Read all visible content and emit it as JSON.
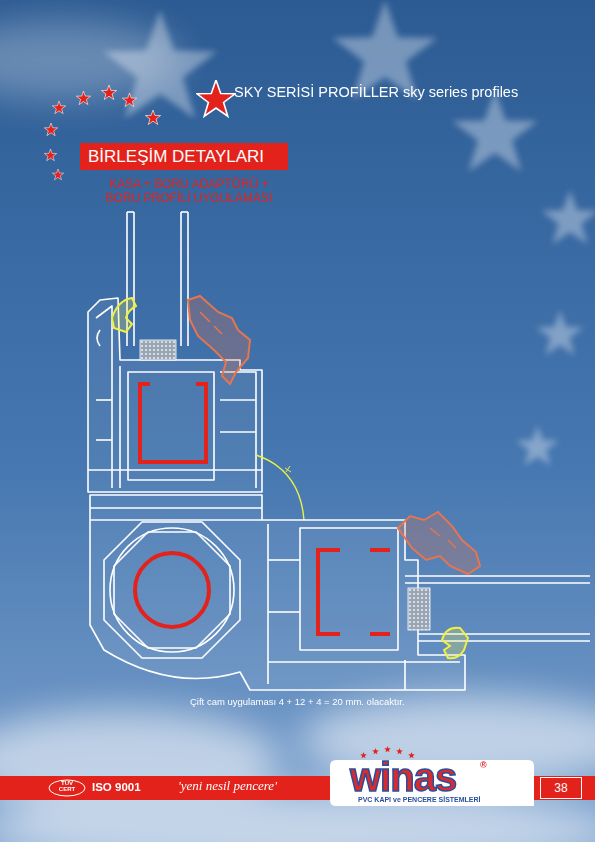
{
  "diagram": {
    "title": "SKY SERİSİ PROFİLLER sky series profiles",
    "caption": "Çift cam uygulaması 4 + 12 + 4 = 20 mm. olacaktır.",
    "nodes": [
      {
        "text": [
          "BİRLEŞİM DETAYLARI"
        ]
      },
      {
        "text": [
          "38"
        ]
      }
    ],
    "labels": [
      "KASA + BORU ADAPTÖRÜ + BORU PROFİLİ UYGULAMASI",
      "TÜV CERT",
      "ISO 9001",
      "'yeni nesil pencere'",
      "winas",
      "®",
      "PVC KAPI ve PENCERE SİSTEMLERİ"
    ]
  }
}
